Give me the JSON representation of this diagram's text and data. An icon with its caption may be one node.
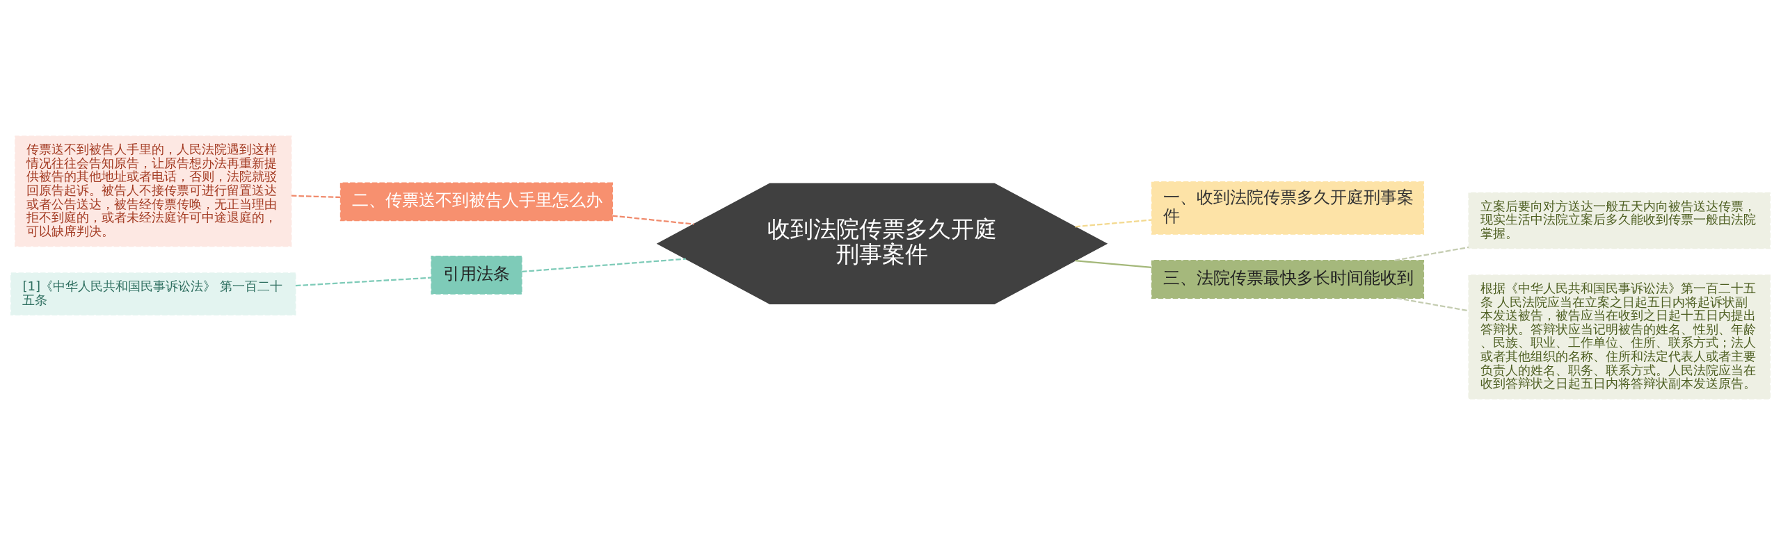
{
  "diagram": {
    "nodes": [
      {
        "text": [
          "收到法院传票多久开庭刑事案件"
        ]
      },
      {
        "text": [
          "一、收到法院传票多久开庭刑事案件"
        ]
      },
      {
        "text": [
          "三、法院传票最快多长时间能收到"
        ]
      },
      {
        "text": [
          "立案后要向对方送达一般五天内向被告送达传票，现实生活中法院立案后多久能收到传票一般由法院掌握。"
        ]
      },
      {
        "text": [
          "根据《中华人民共和国民事诉讼法》第一百二十五条 人民法院应当在立案之日起五日内将起诉状副本发送被告，被告应当在收到之日起十五日内提出答辩状。答辩状应当记明被告的姓名、性别、年龄、民族、职业、工作单位、住所、联系方式；法人或者其他组织的名称、住所和法定代表人或者主要负责人的姓名、职务、联系方式。人民法院应当在收到答辩状之日起五日内将答辩状副本发送原告。"
        ]
      },
      {
        "text": [
          "二、传票送不到被告人手里怎么办"
        ]
      },
      {
        "text": [
          "传票送不到被告人手里的，人民法院遇到这样情况往往会告知原告，让原告想办法再重新提供被告的其他地址或者电话，否则，法院就驳回原告起诉。被告人不接传票可进行留置送达或者公告送达，被告经传票传唤，无正当理由拒不到庭的，或者未经法庭许可中途退庭的，可以缺席判决。"
        ]
      },
      {
        "text": [
          "引用法条"
        ]
      },
      {
        "text": [
          "[1]《中华人民共和国民事诉讼法》 第一百二十五条"
        ]
      }
    ],
    "edges": [
      {
        "from": 0,
        "to": 1,
        "arrow": "none",
        "style": "dashed",
        "color": "#f3d98f"
      },
      {
        "from": 0,
        "to": 2,
        "arrow": "none",
        "color": "#a4b87a"
      },
      {
        "from": 2,
        "to": 3,
        "arrow": "none",
        "style": "dashed",
        "color": "#c4ccb0"
      },
      {
        "from": 2,
        "to": 4,
        "arrow": "none",
        "style": "dashed",
        "color": "#c4ccb0"
      },
      {
        "from": 0,
        "to": 5,
        "arrow": "none",
        "style": "dashed",
        "color": "#f08a6c"
      },
      {
        "from": 5,
        "to": 6,
        "arrow": "none",
        "style": "dashed",
        "color": "#f08a6c"
      },
      {
        "from": 0,
        "to": 7,
        "arrow": "none",
        "style": "dashed",
        "color": "#7ecbb8"
      },
      {
        "from": 7,
        "to": 8,
        "arrow": "none",
        "style": "dashed",
        "color": "#7ecbb8"
      }
    ]
  }
}
